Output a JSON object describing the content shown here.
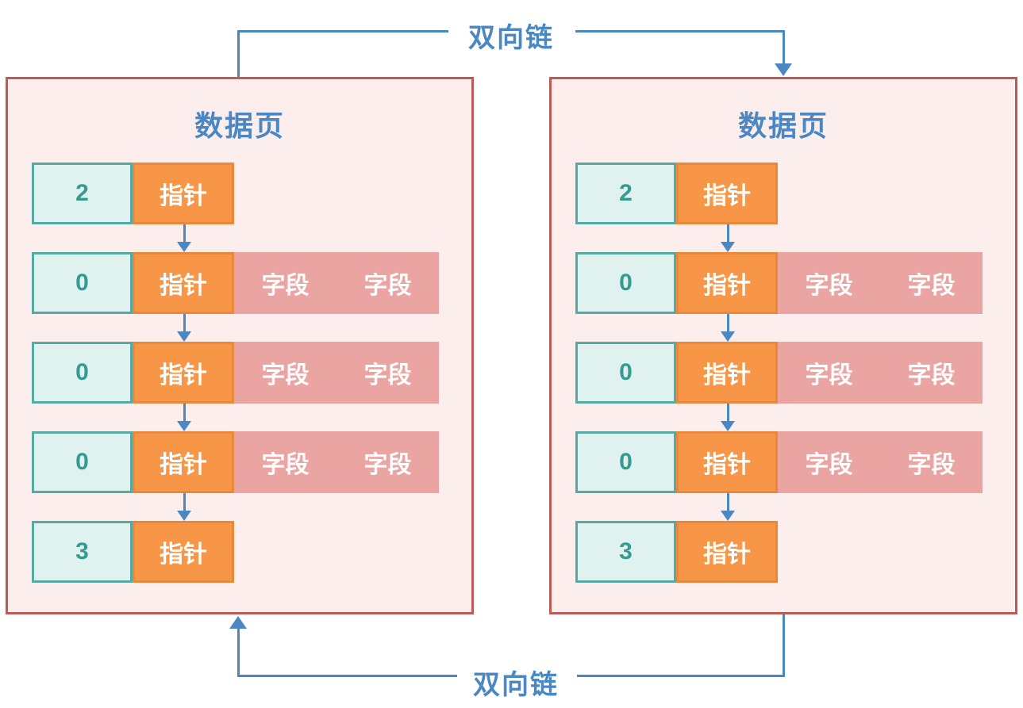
{
  "diagram": {
    "top_link_label": "双向链",
    "bottom_link_label": "双向链",
    "pages": [
      {
        "title": "数据页",
        "rows": [
          {
            "num": "2",
            "pointer": "指针"
          },
          {
            "num": "0",
            "pointer": "指针",
            "fields": [
              "字段",
              "字段"
            ]
          },
          {
            "num": "0",
            "pointer": "指针",
            "fields": [
              "字段",
              "字段"
            ]
          },
          {
            "num": "0",
            "pointer": "指针",
            "fields": [
              "字段",
              "字段"
            ]
          },
          {
            "num": "3",
            "pointer": "指针"
          }
        ]
      },
      {
        "title": "数据页",
        "rows": [
          {
            "num": "2",
            "pointer": "指针"
          },
          {
            "num": "0",
            "pointer": "指针",
            "fields": [
              "字段",
              "字段"
            ]
          },
          {
            "num": "0",
            "pointer": "指针",
            "fields": [
              "字段",
              "字段"
            ]
          },
          {
            "num": "0",
            "pointer": "指针",
            "fields": [
              "字段",
              "字段"
            ]
          },
          {
            "num": "3",
            "pointer": "指针"
          }
        ]
      }
    ],
    "colors": {
      "link_blue": "#4a87c3",
      "page_bg": "#fdeeee",
      "page_border": "#c05a55",
      "num_cell_bg": "#dff2f0",
      "num_cell_border": "#55aaa4",
      "num_text": "#359a92",
      "pointer_bg": "#f79646",
      "pointer_border": "#e9873b",
      "fields_bg": "#eaa4a2",
      "cell_text": "#ffffff"
    }
  }
}
